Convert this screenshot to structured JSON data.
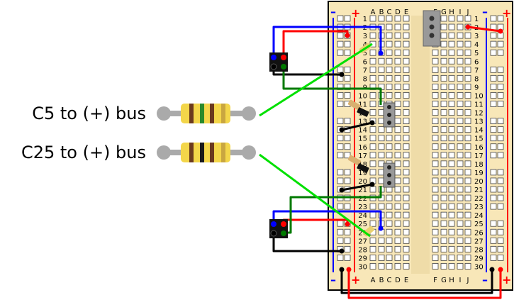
{
  "callouts": [
    {
      "text": "C5 to (+) bus"
    },
    {
      "text": "C25 to (+) bus"
    }
  ],
  "board": {
    "columns_left": [
      "A",
      "B",
      "C",
      "D",
      "E"
    ],
    "columns_right": [
      "F",
      "G",
      "H",
      "I",
      "J"
    ],
    "row_count": 30,
    "bus_minus": "–",
    "bus_plus": "+"
  },
  "colors": {
    "board": "#f8e7b8",
    "hole": "#ffffff",
    "red_wire": "#ff0000",
    "blue_wire": "#0000ff",
    "green_wire": "#00e000",
    "dark_green_wire": "#007a00",
    "black_wire": "#000000"
  }
}
